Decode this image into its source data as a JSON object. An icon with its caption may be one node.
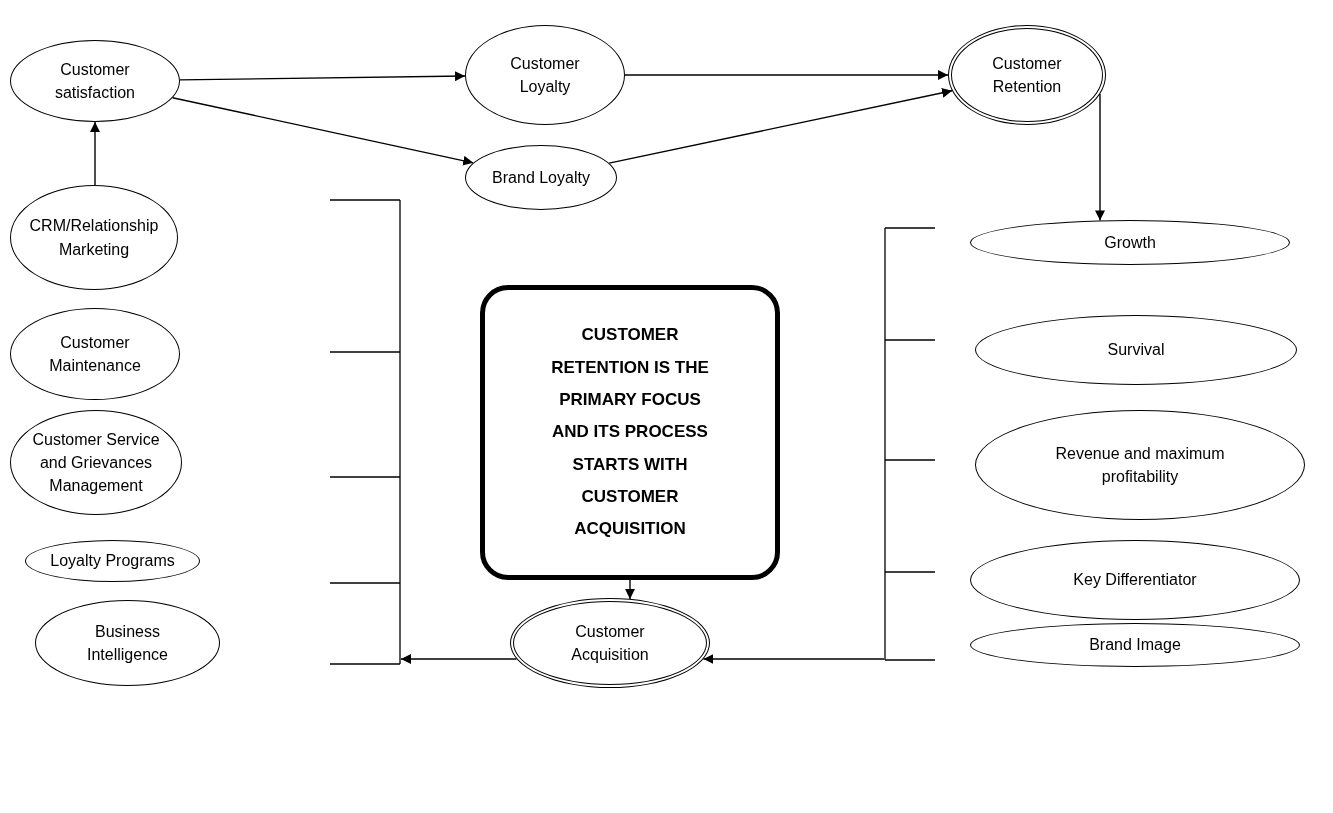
{
  "diagram": {
    "nodes": [
      {
        "text": [
          "Customer satisfaction"
        ]
      },
      {
        "text": [
          "Customer Loyalty"
        ]
      },
      {
        "text": [
          "Brand Loyalty"
        ]
      },
      {
        "text": [
          "Customer Retention"
        ]
      },
      {
        "text": [
          "CRM/Relationship Marketing"
        ]
      },
      {
        "text": [
          "Customer Maintenance"
        ]
      },
      {
        "text": [
          "Customer Service and Grievances Management"
        ]
      },
      {
        "text": [
          "Loyalty Programs"
        ]
      },
      {
        "text": [
          "Business Intelligence"
        ]
      },
      {
        "text": [
          "CUSTOMER RETENTION IS THE PRIMARY FOCUS AND ITS PROCESS STARTS WITH CUSTOMER ACQUISITION"
        ]
      },
      {
        "text": [
          "Customer Acquisition"
        ]
      },
      {
        "text": [
          "Growth"
        ]
      },
      {
        "text": [
          "Survival"
        ]
      },
      {
        "text": [
          "Revenue and maximum profitability"
        ]
      },
      {
        "text": [
          "Key Differentiator"
        ]
      },
      {
        "text": [
          "Brand Image"
        ]
      },
      {
        "text": [],
        "shape": "bracket"
      },
      {
        "text": [],
        "shape": "bracket"
      }
    ],
    "edges": [
      {
        "from": 0,
        "to": 1,
        "arrow": "to"
      },
      {
        "from": 0,
        "to": 2,
        "arrow": "to"
      },
      {
        "from": 1,
        "to": 3,
        "arrow": "to"
      },
      {
        "from": 2,
        "to": 3,
        "arrow": "to"
      },
      {
        "from": 3,
        "to": 11,
        "arrow": "to"
      },
      {
        "from": 4,
        "to": 0,
        "arrow": "to"
      },
      {
        "from": 9,
        "to": 10,
        "arrow": "to"
      },
      {
        "from": 10,
        "to": 16,
        "arrow": "to"
      },
      {
        "from": 17,
        "to": 10,
        "arrow": "to"
      }
    ]
  }
}
